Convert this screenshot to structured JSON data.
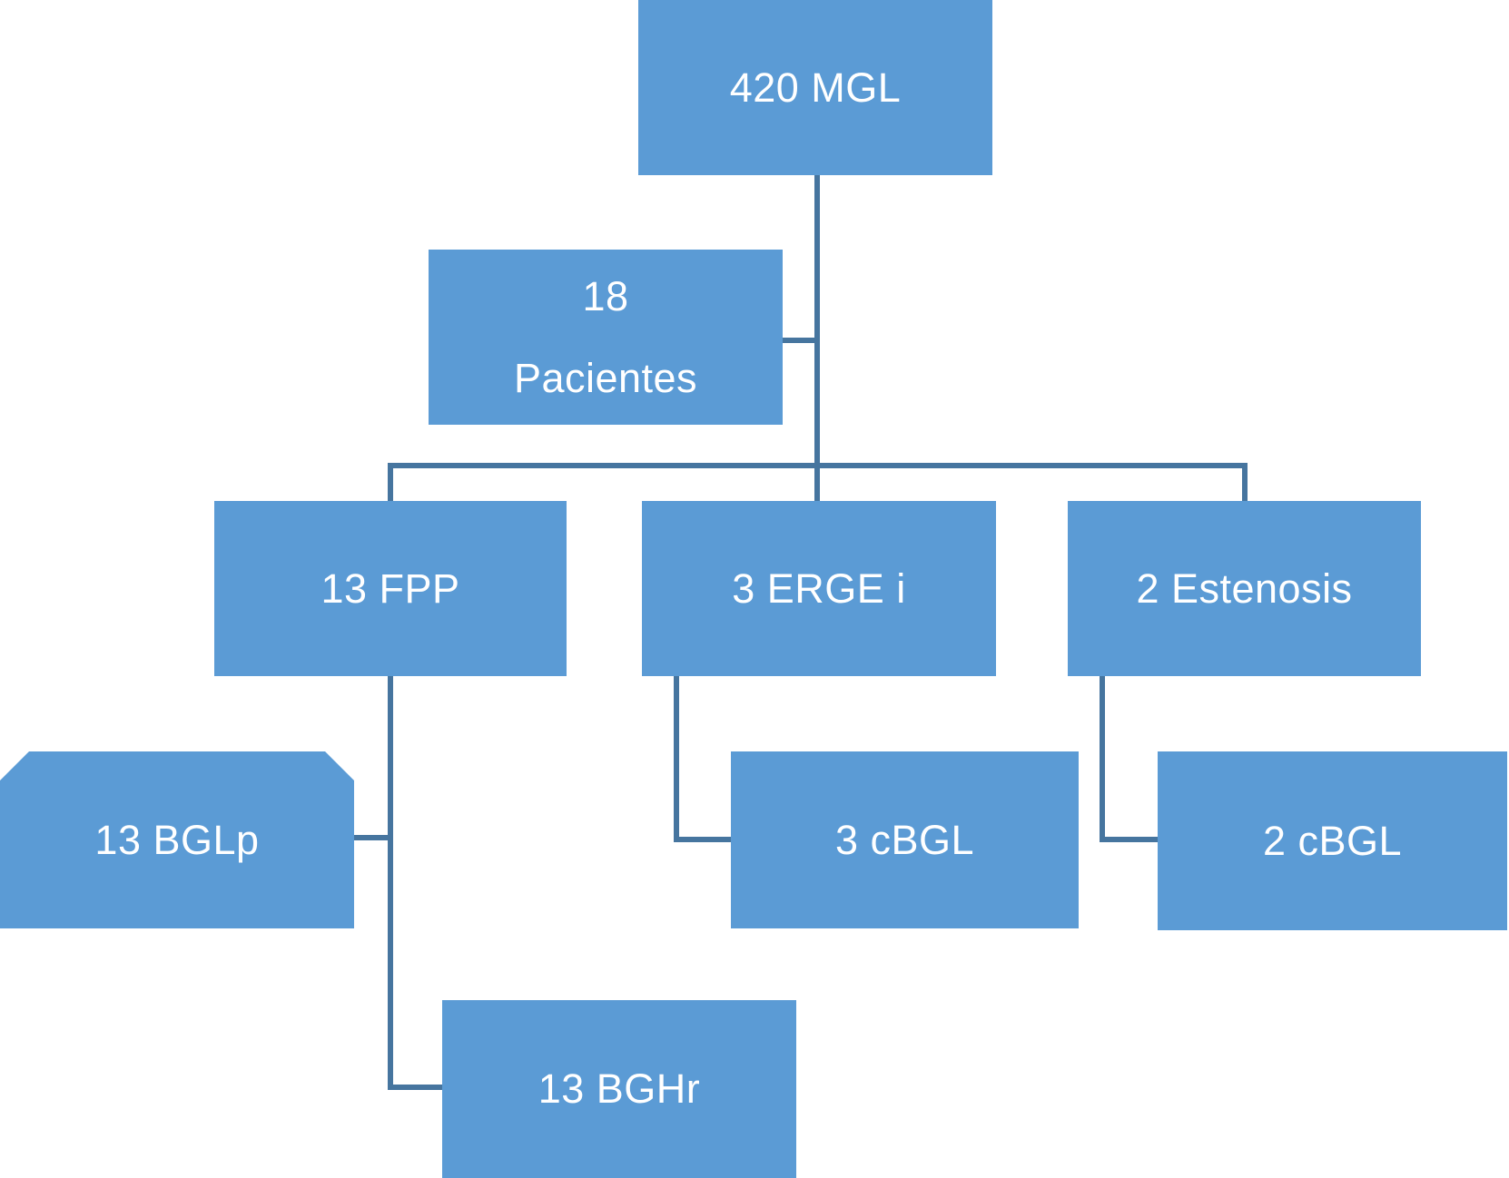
{
  "colors": {
    "background": "#FFFFFF",
    "node_fill": "#5B9BD5",
    "connector": "#46759F",
    "text": "#FFFFFF"
  },
  "diagram": {
    "type": "flowchart",
    "nodes": {
      "root": {
        "label": "420 MGL",
        "shape": "rectangle"
      },
      "pacientes": {
        "label_line1": "18",
        "label_line2": "Pacientes",
        "shape": "rectangle"
      },
      "fpp": {
        "label": "13 FPP",
        "shape": "rectangle"
      },
      "erge": {
        "label": "3 ERGE i",
        "shape": "rectangle"
      },
      "estenosis": {
        "label": "2 Estenosis",
        "shape": "rectangle"
      },
      "bglp": {
        "label": "13 BGLp",
        "shape": "snip-top-corners-rectangle"
      },
      "bghr": {
        "label": "13 BGHr",
        "shape": "rectangle"
      },
      "cbgl3": {
        "label": "3 cBGL",
        "shape": "rectangle"
      },
      "cbgl2": {
        "label": "2 cBGL",
        "shape": "rectangle"
      }
    },
    "edges": [
      {
        "from": "root",
        "to": "pacientes",
        "style": "side-assistant"
      },
      {
        "from": "root",
        "to": "fpp"
      },
      {
        "from": "root",
        "to": "erge"
      },
      {
        "from": "root",
        "to": "estenosis"
      },
      {
        "from": "fpp",
        "to": "bglp"
      },
      {
        "from": "fpp",
        "to": "bghr"
      },
      {
        "from": "erge",
        "to": "cbgl3"
      },
      {
        "from": "estenosis",
        "to": "cbgl2"
      }
    ]
  }
}
